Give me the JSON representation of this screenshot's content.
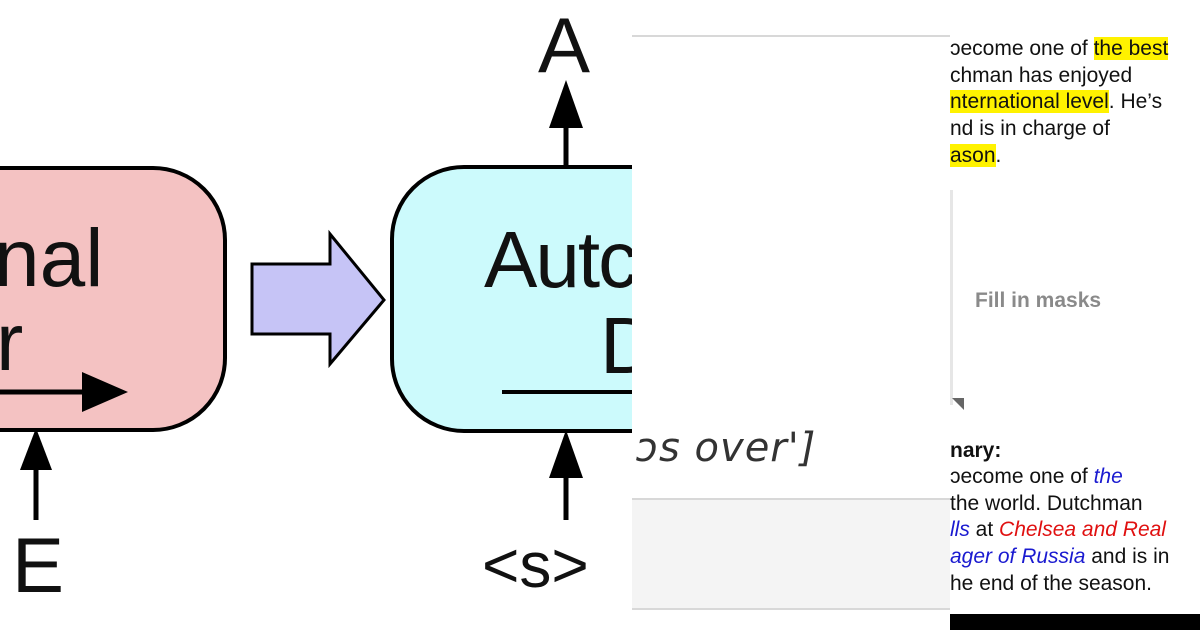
{
  "diagram": {
    "left_box_label_top": "nal",
    "left_box_label_bottom": "r",
    "left_bottom_label": "E",
    "top_label": "A",
    "right_box_label_top": "Autc",
    "right_box_label_bottom": "D",
    "right_bottom_label": "<s>",
    "colors": {
      "left_box": "#f4c2c2",
      "right_box": "#ccfafc",
      "arrow": "#c6c4f6"
    }
  },
  "middle_panel": {
    "code_fragment": "ɔs over']"
  },
  "right_panel": {
    "top_lines": [
      {
        "parts": [
          {
            "text": "ɔecome one of "
          },
          {
            "text": "the best",
            "style": "hl"
          }
        ]
      },
      {
        "parts": [
          {
            "text": "chman has enjoyed"
          }
        ]
      },
      {
        "parts": [
          {
            "text": "nternational level",
            "style": "hl"
          },
          {
            "text": ". He’s"
          }
        ]
      },
      {
        "parts": [
          {
            "text": "nd is in charge of"
          }
        ]
      },
      {
        "parts": [
          {
            "text": "ason",
            "style": "hl"
          },
          {
            "text": "."
          }
        ]
      }
    ],
    "mask_label": "Fill in masks",
    "summary_heading": "nary:",
    "bottom_lines": [
      {
        "parts": [
          {
            "text": "ɔecome one of "
          },
          {
            "text": "the",
            "style": "blue"
          }
        ]
      },
      {
        "parts": [
          {
            "text": " the world. Dutchman"
          }
        ]
      },
      {
        "parts": [
          {
            "text": "lls",
            "style": "blue"
          },
          {
            "text": " at "
          },
          {
            "text": "Chelsea and Real",
            "style": "red"
          }
        ]
      },
      {
        "parts": [
          {
            "text": "ager of Russia",
            "style": "blue"
          },
          {
            "text": " and is in"
          }
        ]
      },
      {
        "parts": [
          {
            "text": "he end of the season."
          }
        ]
      }
    ],
    "colors": {
      "highlight": "#fff200",
      "blue_text": "#1a1ad0",
      "red_text": "#e01010"
    }
  }
}
